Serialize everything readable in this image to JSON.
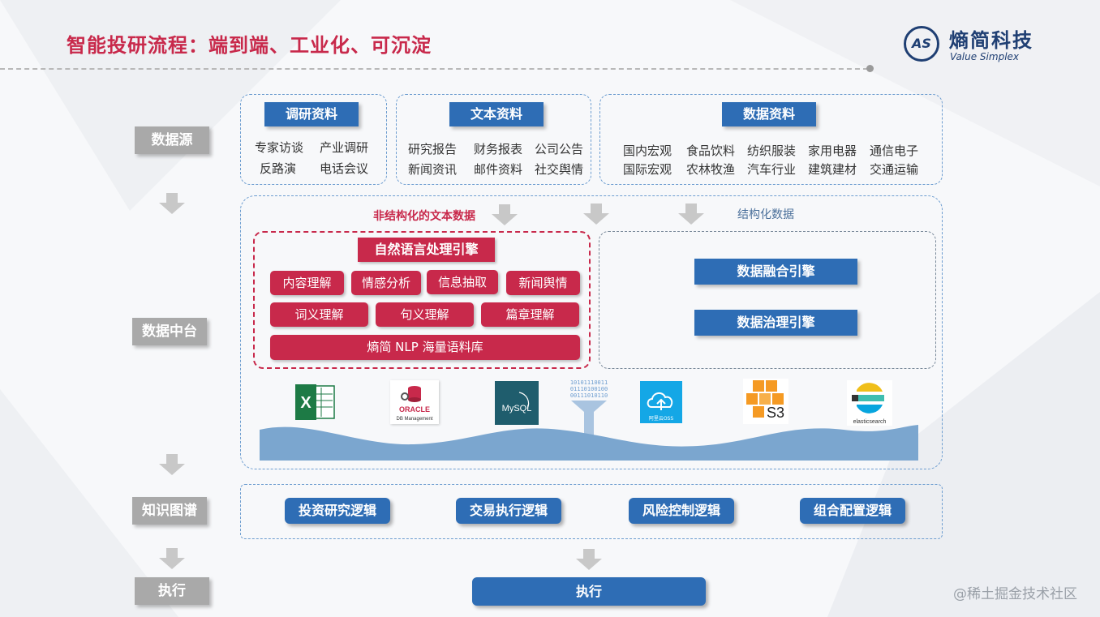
{
  "header": {
    "title": "智能投研流程：端到端、工业化、可沉淀"
  },
  "logo": {
    "mark": "AS",
    "name_cn": "熵简科技",
    "name_en": "Value Simplex"
  },
  "rows": {
    "data_source": "数据源",
    "data_platform": "数据中台",
    "knowledge_graph": "知识图谱",
    "execution": "执行"
  },
  "sources": {
    "research": {
      "title": "调研资料",
      "items": [
        "专家访谈",
        "产业调研",
        "反路演",
        "电话会议"
      ]
    },
    "text": {
      "title": "文本资料",
      "items": [
        "研究报告",
        "财务报表",
        "公司公告",
        "新闻资讯",
        "邮件资料",
        "社交舆情"
      ]
    },
    "data": {
      "title": "数据资料",
      "items": [
        "国内宏观",
        "食品饮料",
        "纺织服装",
        "家用电器",
        "通信电子",
        "国际宏观",
        "农林牧渔",
        "汽车行业",
        "建筑建材",
        "交通运输"
      ]
    }
  },
  "platform": {
    "unstructured_label": "非结构化的文本数据",
    "structured_label": "结构化数据",
    "nlp_engine": "自然语言处理引擎",
    "nlp_tasks_row1": [
      "内容理解",
      "情感分析",
      "信息抽取",
      "新闻舆情"
    ],
    "nlp_tasks_row2": [
      "词义理解",
      "句义理解",
      "篇章理解"
    ],
    "corpus": "熵简 NLP 海量语料库",
    "fusion_engine": "数据融合引擎",
    "governance_engine": "数据治理引擎",
    "storage_icons": [
      {
        "name": "excel-icon",
        "text": "X"
      },
      {
        "name": "oracle-icon",
        "text": "ORACLE",
        "sub": "DB Management"
      },
      {
        "name": "mysql-icon",
        "text": "MySQL"
      },
      {
        "name": "binary-funnel-icon",
        "text": "10101110011"
      },
      {
        "name": "aliyun-oss-icon",
        "text": "阿里云OSS"
      },
      {
        "name": "aws-s3-icon",
        "text": "S3"
      },
      {
        "name": "elasticsearch-icon",
        "text": "elasticsearch"
      }
    ]
  },
  "knowledge": {
    "items": [
      "投资研究逻辑",
      "交易执行逻辑",
      "风险控制逻辑",
      "组合配置逻辑"
    ]
  },
  "execution": {
    "label": "执行"
  },
  "watermark": "@稀土掘金技术社区",
  "colors": {
    "accent_red": "#c8294b",
    "accent_blue": "#2e6db5",
    "logo_navy": "#1f3f73",
    "side_gray": "#a9a9a9"
  }
}
